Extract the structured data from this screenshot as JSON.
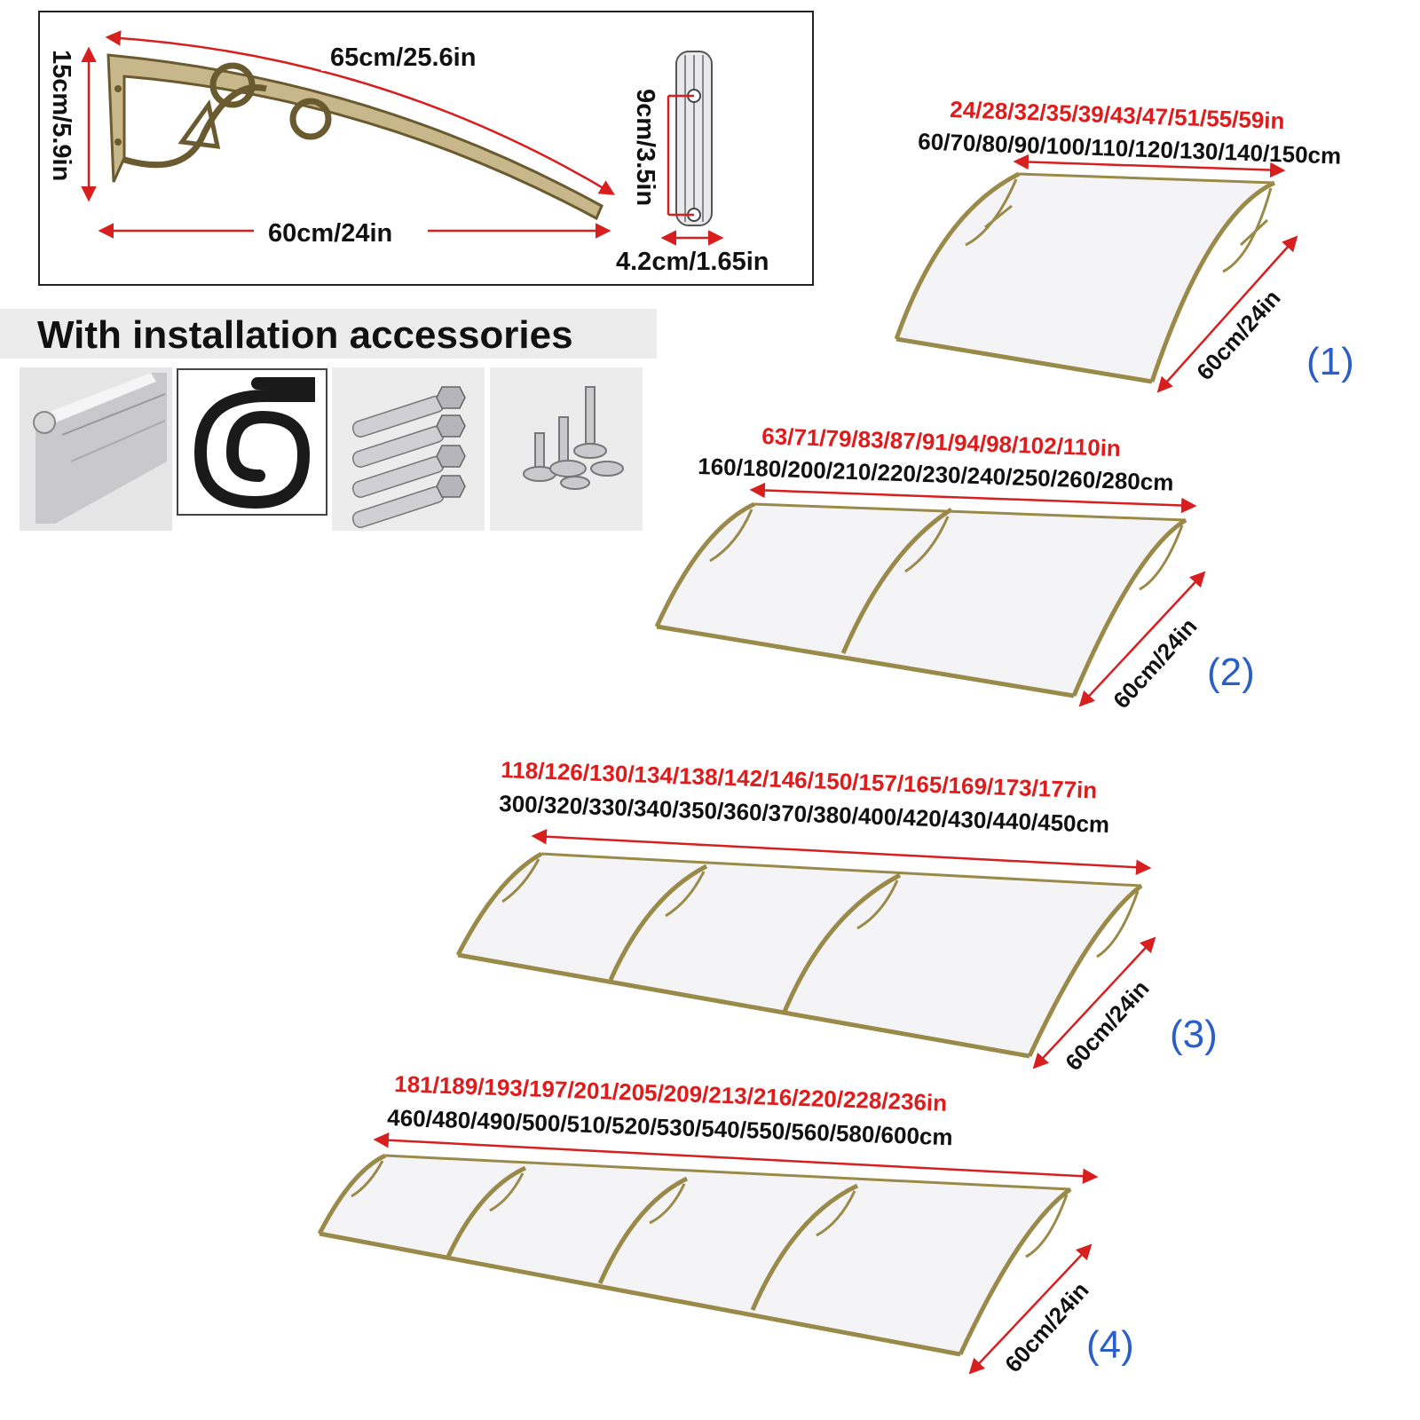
{
  "bracket_spec": {
    "arc_length": "65cm/25.6in",
    "height": "15cm/5.9in",
    "depth": "60cm/24in",
    "plate_height": "9cm/3.5in",
    "plate_width": "4.2cm/1.65in"
  },
  "accessories": {
    "heading": "With installation accessories",
    "items": [
      "aluminium-rail",
      "rubber-seal-strip",
      "expansion-bolts",
      "self-drilling-screws"
    ]
  },
  "canopies": [
    {
      "label": "(1)",
      "inches": "24/28/32/35/39/43/47/51/55/59in",
      "cm": "60/70/80/90/100/110/120/130/140/150cm",
      "depth": "60cm/24in"
    },
    {
      "label": "(2)",
      "inches": "63/71/79/83/87/91/94/98/102/110in",
      "cm": "160/180/200/210/220/230/240/250/260/280cm",
      "depth": "60cm/24in"
    },
    {
      "label": "(3)",
      "inches": "118/126/130/134/138/142/146/150/157/165/169/173/177in",
      "cm": "300/320/330/340/350/360/370/380/400/420/430/440/450cm",
      "depth": "60cm/24in"
    },
    {
      "label": "(4)",
      "inches": "181/189/193/197/201/205/209/213/216/220/228/236in",
      "cm": "460/480/490/500/510/520/530/540/550/560/580/600cm",
      "depth": "60cm/24in"
    }
  ],
  "colors": {
    "frame": "#9a8a4a",
    "dimension_red": "#e01b1b",
    "label_blue": "#2a5fc8"
  }
}
